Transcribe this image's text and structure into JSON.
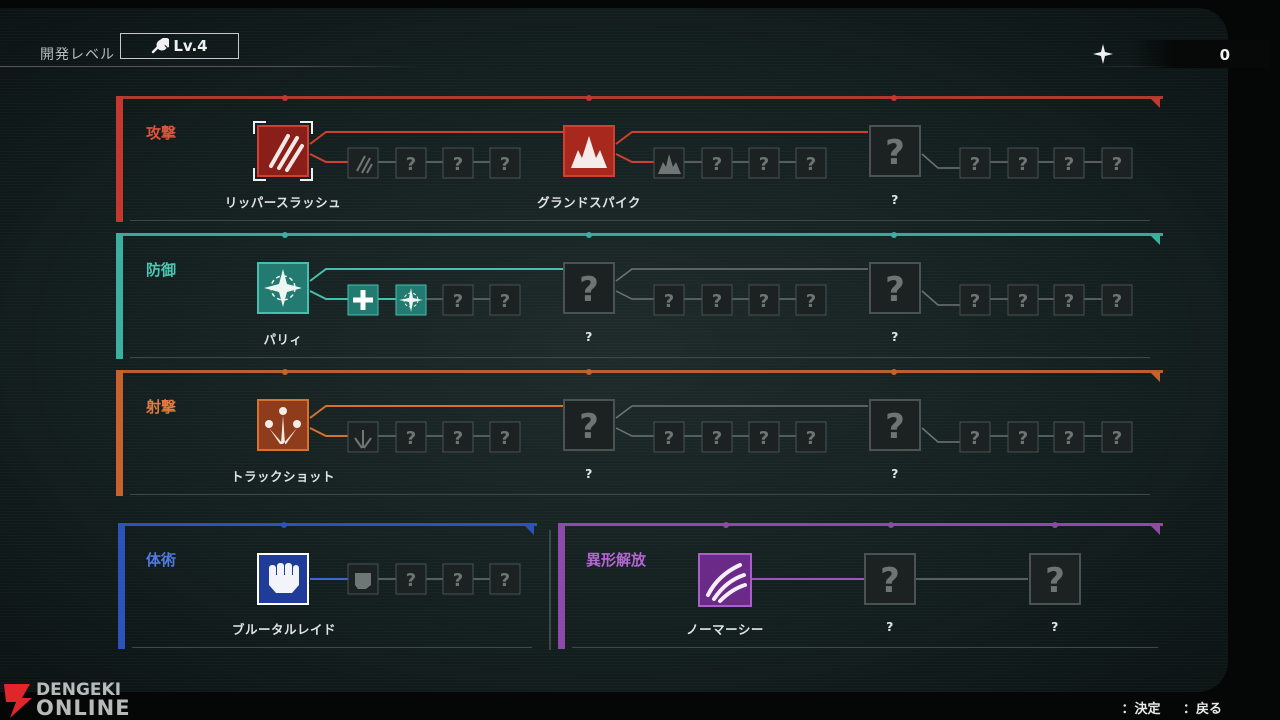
{
  "header": {
    "dev_level_label": "開発レベル",
    "dev_level_value": "Lv.4",
    "points": "0"
  },
  "colors": {
    "attack": "#c4382e",
    "defense": "#3ab0a0",
    "shooting": "#c8622c",
    "martial": "#2e53b8",
    "mutation": "#8e4aa8",
    "locked": "#6e7474"
  },
  "panels": {
    "attack": {
      "category": "攻撃",
      "skills": [
        {
          "label": "リッパースラッシュ",
          "icon": "claw-slash-icon",
          "state": "unlocked"
        },
        {
          "label": "グランドスパイク",
          "icon": "ground-spike-icon",
          "state": "unlocked"
        },
        {
          "label": "?",
          "icon": "question-icon",
          "state": "locked"
        }
      ]
    },
    "defense": {
      "category": "防御",
      "skills": [
        {
          "label": "パリィ",
          "icon": "parry-star-icon",
          "state": "unlocked"
        },
        {
          "label": "?",
          "icon": "question-icon",
          "state": "locked"
        },
        {
          "label": "?",
          "icon": "question-icon",
          "state": "locked"
        }
      ]
    },
    "shooting": {
      "category": "射撃",
      "skills": [
        {
          "label": "トラックショット",
          "icon": "track-shot-icon",
          "state": "unlocked"
        },
        {
          "label": "?",
          "icon": "question-icon",
          "state": "locked"
        },
        {
          "label": "?",
          "icon": "question-icon",
          "state": "locked"
        }
      ]
    },
    "martial": {
      "category": "体術",
      "skills": [
        {
          "label": "ブルータルレイド",
          "icon": "fist-icon",
          "state": "unlocked"
        }
      ]
    },
    "mutation": {
      "category": "異形解放",
      "skills": [
        {
          "label": "ノーマーシー",
          "icon": "mutant-claw-icon",
          "state": "unlocked"
        },
        {
          "label": "?",
          "icon": "question-icon",
          "state": "locked"
        },
        {
          "label": "?",
          "icon": "question-icon",
          "state": "locked"
        }
      ]
    }
  },
  "footer": {
    "confirm": "：決定",
    "back": "：戻る"
  },
  "watermark": {
    "line1": "DENGEKI",
    "line2": "ONLINE"
  }
}
